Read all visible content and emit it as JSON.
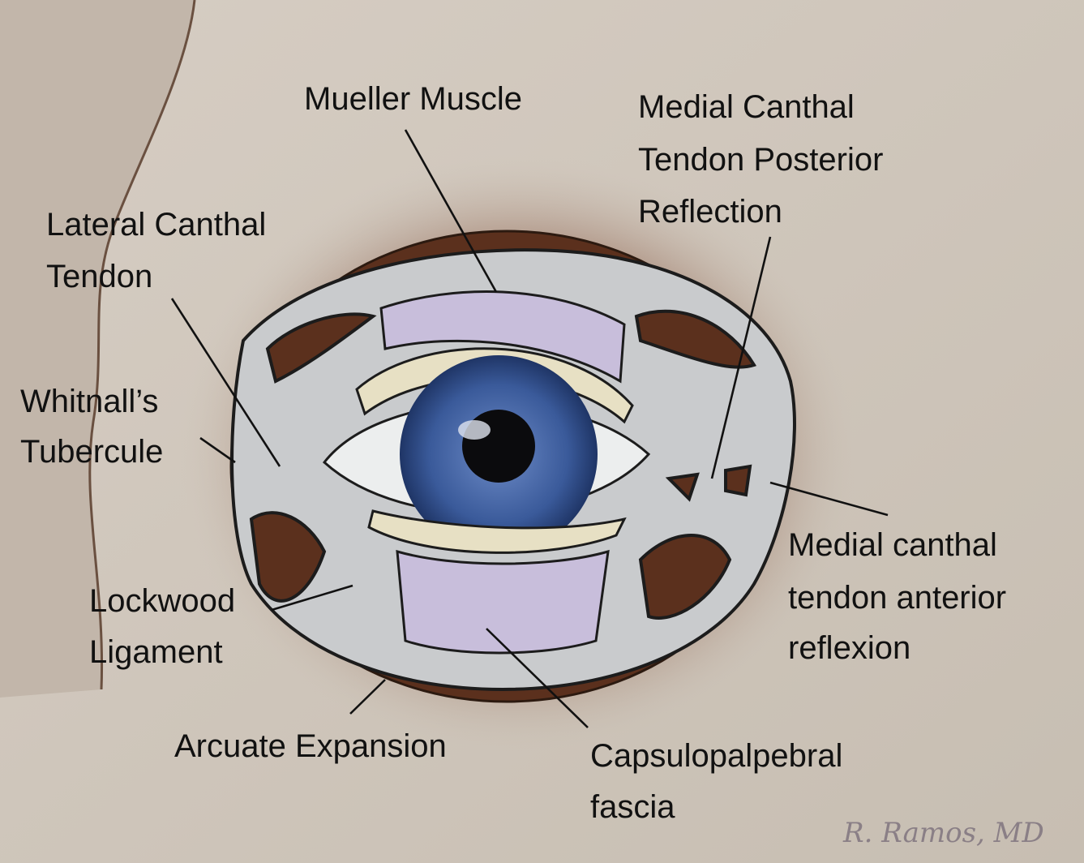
{
  "figure": {
    "labels": {
      "mueller_muscle": [
        "Mueller Muscle"
      ],
      "medial_canthal_posterior": [
        "Medial Canthal",
        "Tendon Posterior",
        "Reflection"
      ],
      "lateral_canthal": [
        "Lateral Canthal",
        "Tendon"
      ],
      "whitnalls": [
        "Whitnall’s",
        "Tubercule"
      ],
      "medial_canthal_anterior": [
        "Medial canthal",
        "tendon anterior",
        "reflexion"
      ],
      "lockwood": [
        "Lockwood",
        "Ligament"
      ],
      "arcuate": [
        "Arcuate Expansion"
      ],
      "capsulopalpebral": [
        "Capsulopalpebral",
        "fascia"
      ]
    },
    "signature": "R. Ramos, MD",
    "colors": {
      "background": "#cdc4b9",
      "orbit": "#5b301d",
      "ligament": "#c9cbcd",
      "tarsus": "#e7e0c4",
      "muscle": "#c8bedb",
      "iris": "#3a5a9a"
    }
  }
}
